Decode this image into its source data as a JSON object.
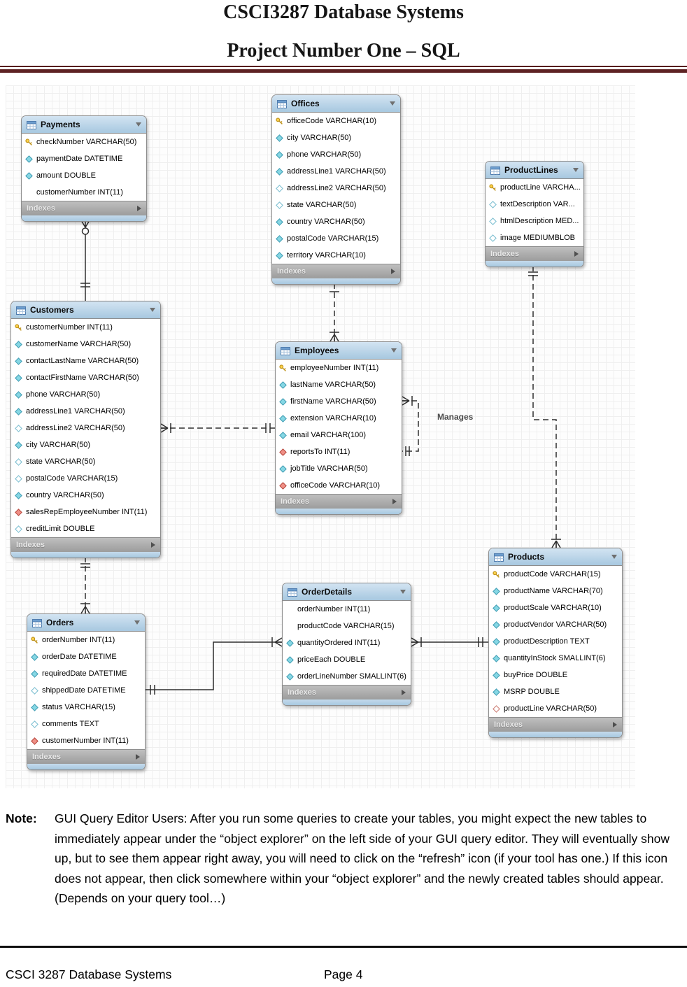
{
  "header": {
    "title": "CSCI3287 Database Systems",
    "subtitle": "Project Number One – SQL"
  },
  "diagram": {
    "relationship_label": "Manages",
    "indexes_label": "Indexes",
    "colors": {
      "entity_header_blue": "#a7c8e0",
      "indexes_gray": "#a8a8a8",
      "key_yellow": "#ffd34d",
      "column_blue": "#86d7e4",
      "fk_red": "#ef8f86",
      "title_rule_maroon": "#5e2223"
    },
    "entities": [
      {
        "id": "payments",
        "name": "Payments",
        "fields": [
          {
            "icon": "key",
            "name": "checkNumber",
            "type": "VARCHAR(50)"
          },
          {
            "icon": "col",
            "name": "paymentDate",
            "type": "DATETIME"
          },
          {
            "icon": "col",
            "name": "amount",
            "type": "DOUBLE"
          },
          {
            "icon": "plain",
            "name": "customerNumber",
            "type": "INT(11)"
          }
        ]
      },
      {
        "id": "offices",
        "name": "Offices",
        "fields": [
          {
            "icon": "key",
            "name": "officeCode",
            "type": "VARCHAR(10)"
          },
          {
            "icon": "col",
            "name": "city",
            "type": "VARCHAR(50)"
          },
          {
            "icon": "col",
            "name": "phone",
            "type": "VARCHAR(50)"
          },
          {
            "icon": "col",
            "name": "addressLine1",
            "type": "VARCHAR(50)"
          },
          {
            "icon": "col-null",
            "name": "addressLine2",
            "type": "VARCHAR(50)"
          },
          {
            "icon": "col-null",
            "name": "state",
            "type": "VARCHAR(50)"
          },
          {
            "icon": "col",
            "name": "country",
            "type": "VARCHAR(50)"
          },
          {
            "icon": "col",
            "name": "postalCode",
            "type": "VARCHAR(15)"
          },
          {
            "icon": "col",
            "name": "territory",
            "type": "VARCHAR(10)"
          }
        ]
      },
      {
        "id": "productlines",
        "name": "ProductLines",
        "fields": [
          {
            "icon": "key",
            "name": "productLine",
            "type": "VARCHA..."
          },
          {
            "icon": "col-null",
            "name": "textDescription",
            "type": "VAR..."
          },
          {
            "icon": "col-null",
            "name": "htmlDescription",
            "type": "MED..."
          },
          {
            "icon": "col-null",
            "name": "image",
            "type": "MEDIUMBLOB"
          }
        ]
      },
      {
        "id": "customers",
        "name": "Customers",
        "fields": [
          {
            "icon": "key",
            "name": "customerNumber",
            "type": "INT(11)"
          },
          {
            "icon": "col",
            "name": "customerName",
            "type": "VARCHAR(50)"
          },
          {
            "icon": "col",
            "name": "contactLastName",
            "type": "VARCHAR(50)"
          },
          {
            "icon": "col",
            "name": "contactFirstName",
            "type": "VARCHAR(50)"
          },
          {
            "icon": "col",
            "name": "phone",
            "type": "VARCHAR(50)"
          },
          {
            "icon": "col",
            "name": "addressLine1",
            "type": "VARCHAR(50)"
          },
          {
            "icon": "col-null",
            "name": "addressLine2",
            "type": "VARCHAR(50)"
          },
          {
            "icon": "col",
            "name": "city",
            "type": "VARCHAR(50)"
          },
          {
            "icon": "col-null",
            "name": "state",
            "type": "VARCHAR(50)"
          },
          {
            "icon": "col-null",
            "name": "postalCode",
            "type": "VARCHAR(15)"
          },
          {
            "icon": "col",
            "name": "country",
            "type": "VARCHAR(50)"
          },
          {
            "icon": "fk",
            "name": "salesRepEmployeeNumber",
            "type": "INT(11)"
          },
          {
            "icon": "col-null",
            "name": "creditLimit",
            "type": "DOUBLE"
          }
        ]
      },
      {
        "id": "employees",
        "name": "Employees",
        "fields": [
          {
            "icon": "key",
            "name": "employeeNumber",
            "type": "INT(11)"
          },
          {
            "icon": "col",
            "name": "lastName",
            "type": "VARCHAR(50)"
          },
          {
            "icon": "col",
            "name": "firstName",
            "type": "VARCHAR(50)"
          },
          {
            "icon": "col",
            "name": "extension",
            "type": "VARCHAR(10)"
          },
          {
            "icon": "col",
            "name": "email",
            "type": "VARCHAR(100)"
          },
          {
            "icon": "fk",
            "name": "reportsTo",
            "type": "INT(11)"
          },
          {
            "icon": "col",
            "name": "jobTitle",
            "type": "VARCHAR(50)"
          },
          {
            "icon": "fk",
            "name": "officeCode",
            "type": "VARCHAR(10)"
          }
        ]
      },
      {
        "id": "orderdetails",
        "name": "OrderDetails",
        "fields": [
          {
            "icon": "plain",
            "name": "orderNumber",
            "type": "INT(11)"
          },
          {
            "icon": "plain",
            "name": "productCode",
            "type": "VARCHAR(15)"
          },
          {
            "icon": "col",
            "name": "quantityOrdered",
            "type": "INT(11)"
          },
          {
            "icon": "col",
            "name": "priceEach",
            "type": "DOUBLE"
          },
          {
            "icon": "col",
            "name": "orderLineNumber",
            "type": "SMALLINT(6)"
          }
        ]
      },
      {
        "id": "orders",
        "name": "Orders",
        "fields": [
          {
            "icon": "key",
            "name": "orderNumber",
            "type": "INT(11)"
          },
          {
            "icon": "col",
            "name": "orderDate",
            "type": "DATETIME"
          },
          {
            "icon": "col",
            "name": "requiredDate",
            "type": "DATETIME"
          },
          {
            "icon": "col-null",
            "name": "shippedDate",
            "type": "DATETIME"
          },
          {
            "icon": "col",
            "name": "status",
            "type": "VARCHAR(15)"
          },
          {
            "icon": "col-null",
            "name": "comments",
            "type": "TEXT"
          },
          {
            "icon": "fk",
            "name": "customerNumber",
            "type": "INT(11)"
          }
        ]
      },
      {
        "id": "products",
        "name": "Products",
        "fields": [
          {
            "icon": "key",
            "name": "productCode",
            "type": "VARCHAR(15)"
          },
          {
            "icon": "col",
            "name": "productName",
            "type": "VARCHAR(70)"
          },
          {
            "icon": "col",
            "name": "productScale",
            "type": "VARCHAR(10)"
          },
          {
            "icon": "col",
            "name": "productVendor",
            "type": "VARCHAR(50)"
          },
          {
            "icon": "col",
            "name": "productDescription",
            "type": "TEXT"
          },
          {
            "icon": "col",
            "name": "quantityInStock",
            "type": "SMALLINT(6)"
          },
          {
            "icon": "col",
            "name": "buyPrice",
            "type": "DOUBLE"
          },
          {
            "icon": "col",
            "name": "MSRP",
            "type": "DOUBLE"
          },
          {
            "icon": "fk-null",
            "name": "productLine",
            "type": "VARCHAR(50)"
          }
        ]
      }
    ]
  },
  "note": {
    "label": "Note:",
    "text": "GUI Query Editor Users: After you run some queries to create your tables, you might expect the new tables to immediately appear under the “object explorer” on the left side of your GUI query editor. They will eventually show up, but to see them appear right away, you will need to click on the “refresh” icon (if your tool has one.) If this icon does not appear, then click somewhere within your “object explorer” and the newly created tables should appear. (Depends on your query tool…)"
  },
  "footer": {
    "left": "CSCI 3287 Database Systems",
    "page": "Page 4"
  }
}
